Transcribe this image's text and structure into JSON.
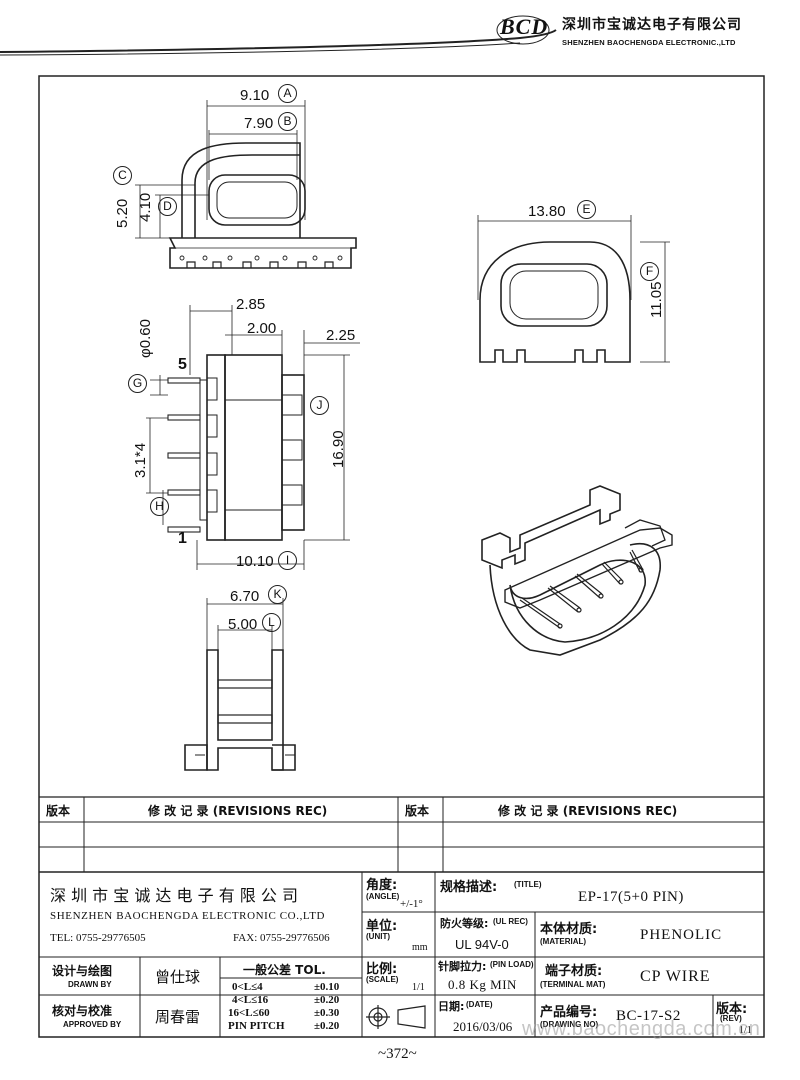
{
  "header": {
    "logo": "BCD",
    "company_cn": "深圳市宝诚达电子有限公司",
    "company_en": "SHENZHEN BAOCHENGDA ELECTRONIC.,LTD"
  },
  "dims": {
    "A": "9.10",
    "B": "7.90",
    "C": "5.20",
    "D": "4.10",
    "E": "13.80",
    "F": "11.05",
    "side_top": "2.85",
    "side_inner": "2.00",
    "side_right": "2.25",
    "pin_dia": "φ0.60",
    "pitch": "3.1*4",
    "height": "16.90",
    "width": "10.10",
    "K": "6.70",
    "L": "5.00",
    "pin_first": "1",
    "pin_last": "5",
    "labels": [
      "A",
      "B",
      "C",
      "D",
      "E",
      "F",
      "G",
      "H",
      "I",
      "J",
      "K",
      "L"
    ]
  },
  "revisions": {
    "col_ver": "版本",
    "col_rec": "修 改 记 录  (REVISIONS REC)"
  },
  "titleblock": {
    "company_cn": "深 圳 市 宝 诚 达 电 子 有 限 公 司",
    "company_en": "SHENZHEN BAOCHENGDA ELECTRONIC CO.,LTD",
    "tel": "TEL: 0755-29776505",
    "fax": "FAX: 0755-29776506",
    "angle_cn": "角度:",
    "angle_en": "(ANGLE)",
    "angle_val": "+/-1°",
    "unit_cn": "单位:",
    "unit_en": "(UNIT)",
    "unit_val": "mm",
    "scale_cn": "比例:",
    "scale_en": "(SCALE)",
    "scale_val": "1/1",
    "title_cn": "规格描述:",
    "title_en": "(TITLE)",
    "title_val": "EP-17(5+0 PIN)",
    "ul_cn": "防火等级:",
    "ul_en": "(UL REC)",
    "ul_val": "UL 94V-0",
    "mat_cn": "本体材质:",
    "mat_en": "(MATERIAL)",
    "mat_val": "PHENOLIC",
    "pinload_cn": "针脚拉力:",
    "pinload_en": "(PIN LOAD)",
    "pinload_val": "0.8 Kg MIN",
    "term_cn": "端子材质:",
    "term_en": "(TERMINAL MAT)",
    "term_val": "CP WIRE",
    "date_cn": "日期:",
    "date_en": "(DATE)",
    "date_val": "2016/03/06",
    "drawno_cn": "产品编号:",
    "drawno_en": "(DRAWING NO)",
    "drawno_val": "BC-17-S2",
    "rev_cn": "版本:",
    "rev_en": "(REV)",
    "rev_val": "1/1",
    "drawn_cn": "设计与绘图",
    "drawn_en": "DRAWN BY",
    "drawn_name": "曾仕球",
    "appr_cn": "核对与校准",
    "appr_en": "APPROVED BY",
    "appr_name": "周春雷",
    "tol_title": "一般公差 TOL.",
    "tol_rows": [
      {
        "range": "0<L≤4",
        "val": "±0.10"
      },
      {
        "range": "4<L≤16",
        "val": "±0.20"
      },
      {
        "range": "16<L≤60",
        "val": "±0.30"
      },
      {
        "range": "PIN PITCH",
        "val": "±0.20"
      }
    ]
  },
  "watermark": "www.baochengda.com.cn",
  "page_number": "~372~"
}
